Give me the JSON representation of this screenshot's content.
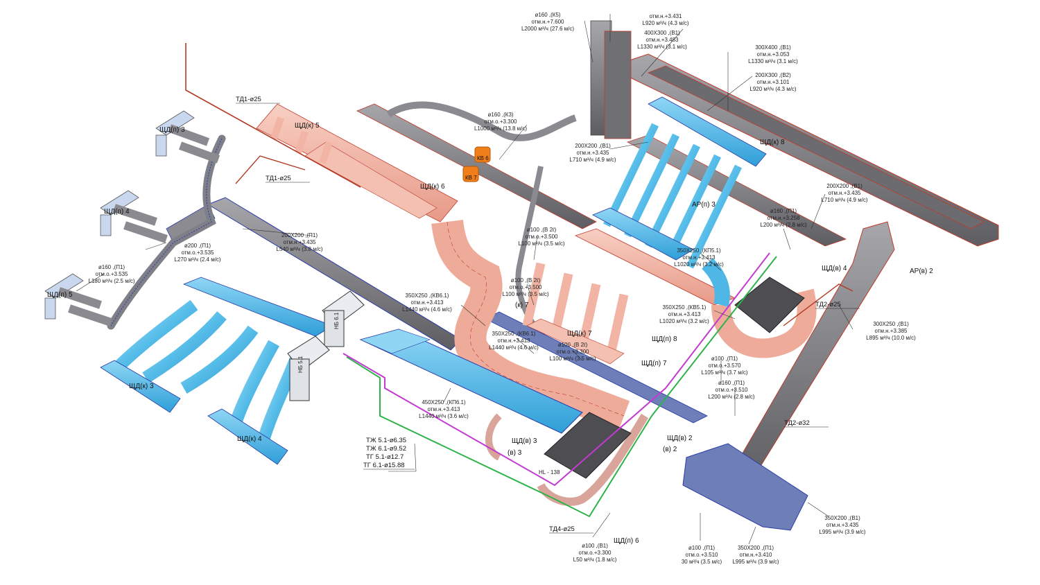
{
  "colors": {
    "supply_blue": "#4fb7e6",
    "exhaust_pink": "#f2b4a4",
    "gray_duct": "#7d7d82",
    "dark_gray": "#5a5a5e",
    "outline_red": "#c0392b",
    "outline_blue": "#2a3aa8",
    "green_pipe": "#2db34a",
    "magenta_pipe": "#c23bd1",
    "fan_orange": "#f07e1a"
  },
  "tags": {
    "shd_p3": "ЩД(п) 3",
    "shd_p4": "ЩД(п) 4",
    "shd_p5": "ЩД(п) 5",
    "shd_p6": "ЩД(п) 6",
    "shd_k3": "ЩД(к) 3",
    "shd_k4": "ЩД(к) 4",
    "shd_k5": "ЩД(к) 5",
    "shd_k6": "ЩД(к) 6",
    "shd_k7": "ЩД(к) 7",
    "shd_k8": "ЩД(к) 8",
    "shd_v2": "ЩД(в) 2",
    "shd_v3": "ЩД(в) 3",
    "shd_v4": "ЩД(в) 4",
    "shd_p7": "ЩД(п) 7",
    "shd_p8": "ЩД(п) 8",
    "ar_p3": "АР(п) 3",
    "ar_v2": "АР(в) 2",
    "kv6": "КВ 6",
    "kv7": "КВ 7",
    "nb6": "НБ 6.1",
    "nb5": "НБ 5.1",
    "k7": "(к) 7",
    "v3": "(в) 3",
    "v2": "(в) 2",
    "hl": "HL - 138"
  },
  "pipes": {
    "td1_top": "ТД1-ø25",
    "td1_mid": "ТД1-ø25",
    "td2_right": "ТД2-ø25",
    "td2_bottom": "ТД2-ø32",
    "td4": "ТД4-ø25",
    "refrig": [
      "ТЖ 5.1-ø6.35",
      "ТЖ 6.1-ø9.52",
      "ТГ 5.1-ø12.7",
      "ТГ 6.1-ø15.88"
    ]
  },
  "annotations": [
    {
      "id": "a1",
      "lines": [
        "ø160 ,(К5)",
        "отм.н.+7.600",
        "L2000 м³/ч (27.6 м/с)"
      ]
    },
    {
      "id": "a2",
      "lines": [
        "отм.н.+3.431",
        "L920 м³/ч (4.3 м/с)"
      ]
    },
    {
      "id": "a3",
      "lines": [
        "400Х300 ,(В1)",
        "отм.н.+3.483",
        "L1330 м³/ч (3.1 м/с)"
      ]
    },
    {
      "id": "a4",
      "lines": [
        "300Х400 ,(В1)",
        "отм.н.+3.053",
        "L1330 м³/ч (3.1 м/с)"
      ]
    },
    {
      "id": "a5",
      "lines": [
        "200Х300 ,(В2)",
        "отм.н.+3.101",
        "L920 м³/ч (4.3 м/с)"
      ]
    },
    {
      "id": "a6",
      "lines": [
        "ø160 ,(К3)",
        "отм.о.+3.300",
        "L1000 м³/ч (13.8 м/с)"
      ]
    },
    {
      "id": "a7",
      "lines": [
        "200Х200 ,(В1)",
        "отм.н.+3.435",
        "L710 м³/ч (4.9 м/с)"
      ]
    },
    {
      "id": "a8",
      "lines": [
        "200Х200 ,(В1)",
        "отм.н.+3.435",
        "L710 м³/ч (4.9 м/с)"
      ]
    },
    {
      "id": "a9",
      "lines": [
        "ø160 ,(П1)",
        "отм.н.+3.258",
        "L200 м³/ч (2.8 м/с)"
      ]
    },
    {
      "id": "a10",
      "lines": [
        "ø200 ,(П1)",
        "отм.о.+3.535",
        "L270 м³/ч (2.4 м/с)"
      ]
    },
    {
      "id": "a11",
      "lines": [
        "200Х200 ,(П1)",
        "отм.н.+3.435",
        "L540 м³/ч (3.8 м/с)"
      ]
    },
    {
      "id": "a12",
      "lines": [
        "ø160 ,(П1)",
        "отм.о.+3.535",
        "L180 м³/ч (2.5 м/с)"
      ]
    },
    {
      "id": "a13",
      "lines": [
        "ø100 ,(В 2ℓ)",
        "отм.о.+3.500",
        "L100 м³/ч (3.5 м/с)"
      ]
    },
    {
      "id": "a14",
      "lines": [
        "ø100 ,(В 2ℓ)",
        "отм.о.+3.500",
        "L100 м³/ч (3.5 м/с)"
      ]
    },
    {
      "id": "a15",
      "lines": [
        "350Х250 ,(КП5.1)",
        "отм.н.+3.413",
        "L1020 м³/ч (3.2 м/с)"
      ]
    },
    {
      "id": "a16",
      "lines": [
        "350Х250 ,(КВ5.1)",
        "отм.н.+3.413",
        "L1020 м³/ч (3.2 м/с)"
      ]
    },
    {
      "id": "a17",
      "lines": [
        "350Х250 ,(КВ6.1)",
        "отм.н.+3.413",
        "L1440 м³/ч (4.6 м/с)"
      ]
    },
    {
      "id": "a18",
      "lines": [
        "350Х250 ,(КВ6.1)",
        "отм.н.+3.413",
        "L1440 м³/ч (4.6 м/с)"
      ]
    },
    {
      "id": "a19",
      "lines": [
        "ø100 ,(В 2ℓ)",
        "отм.о.+3.300",
        "L100 м³/ч (3.5 м/с)"
      ]
    },
    {
      "id": "a20",
      "lines": [
        "300Х250 ,(В1)",
        "отм.н.+3.385",
        "L895 м³/ч (10.0 м/с)"
      ]
    },
    {
      "id": "a21",
      "lines": [
        "ø100 ,(П1)",
        "отм.о.+3.570",
        "L105 м³/ч (3.7 м/с)"
      ]
    },
    {
      "id": "a22",
      "lines": [
        "ø160 ,(П1)",
        "отм.о.+3.510",
        "L200 м³/ч (2.8 м/с)"
      ]
    },
    {
      "id": "a23",
      "lines": [
        "450Х250 ,(КП6.1)",
        "отм.н.+3.413",
        "L1440 м³/ч (3.6 м/с)"
      ]
    },
    {
      "id": "a24",
      "lines": [
        "350Х200 ,(В1)",
        "отм.н.+3.435",
        "L995 м³/ч (3.9 м/с)"
      ]
    },
    {
      "id": "a25",
      "lines": [
        "ø100 ,(В1)",
        "отм.о.+3.300",
        "L50 м³/ч (1.8 м/с)"
      ]
    },
    {
      "id": "a26",
      "lines": [
        "ø100 ,(П1)",
        "отм.о.+3.510",
        "30 м³/ч (3.5 м/с)"
      ]
    },
    {
      "id": "a27",
      "lines": [
        "350Х200 ,(П1)",
        "отм.н.+3.410",
        "L995 м³/ч (3.9 м/с)"
      ]
    }
  ]
}
